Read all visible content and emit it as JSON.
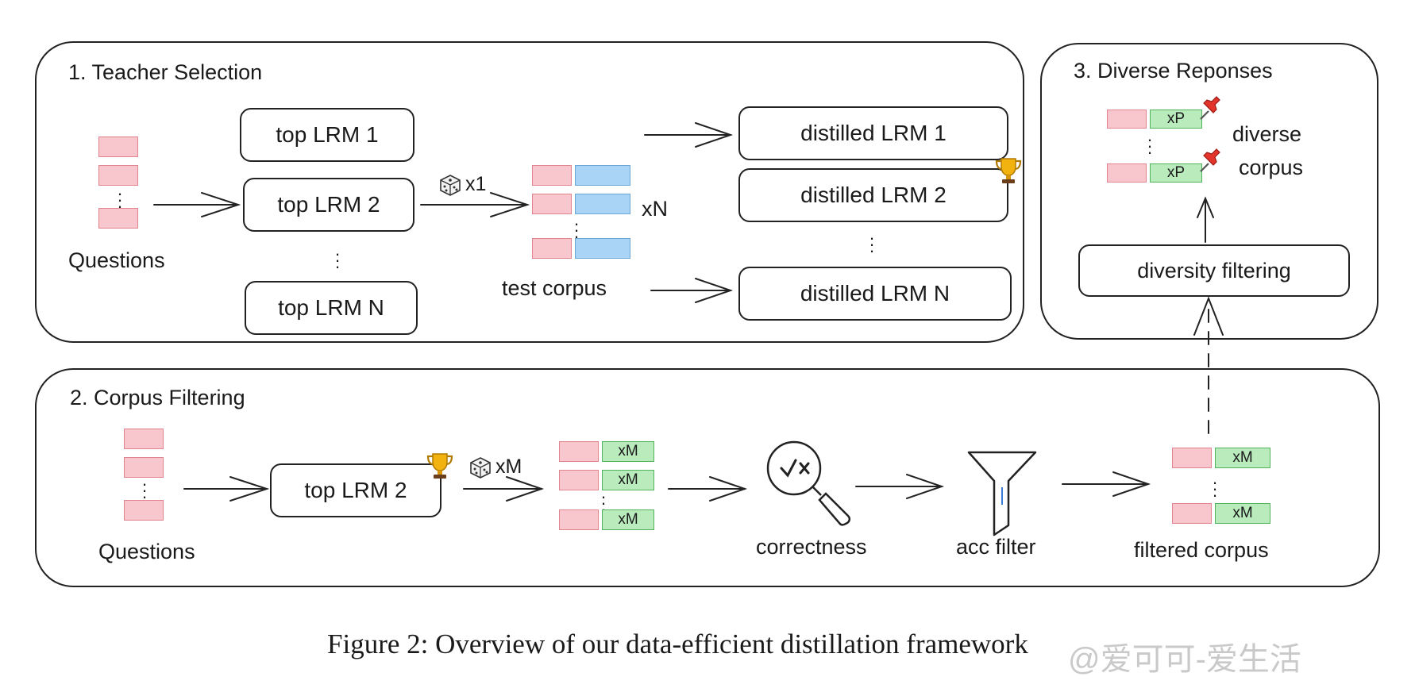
{
  "panels": {
    "teacher_selection": {
      "title": "1. Teacher Selection",
      "questions_label": "Questions",
      "teachers": [
        "top LRM 1",
        "top LRM 2",
        "top LRM N"
      ],
      "sample_label": "x1",
      "corpus_multiplier": "xN",
      "test_corpus_label": "test corpus",
      "students": [
        "distilled LRM 1",
        "distilled LRM 2",
        "distilled LRM N"
      ]
    },
    "corpus_filtering": {
      "title": "2. Corpus Filtering",
      "questions_label": "Questions",
      "teacher": "top LRM 2",
      "sample_label": "xM",
      "response_tag": "xM",
      "correctness_label": "correctness",
      "filter_label": "acc filter",
      "filtered_label": "filtered corpus"
    },
    "diverse_responses": {
      "title": "3. Diverse Reponses",
      "response_tag": "xP",
      "corpus_label_1": "diverse",
      "corpus_label_2": "corpus",
      "filter_box": "diversity filtering"
    }
  },
  "caption": "Figure 2: Overview of our data-efficient distillation framework",
  "watermark": "@爱可可-爱生活",
  "icons": [
    "dice-icon",
    "trophy-icon",
    "pushpin-icon",
    "magnifier-icon",
    "funnel-icon"
  ],
  "colors": {
    "question": "#f8c7cd",
    "test_response": "#aad4f5",
    "response": "#b9ebbd",
    "stroke": "#222222"
  }
}
